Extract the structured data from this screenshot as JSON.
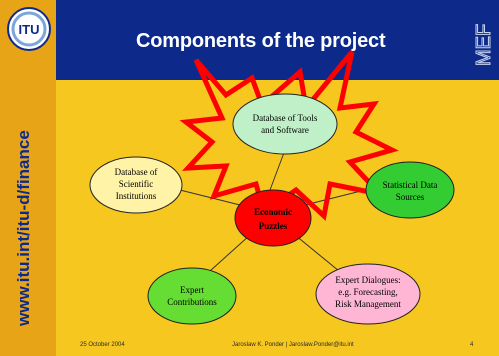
{
  "header": {
    "title": "Components of the project"
  },
  "branding": {
    "logo_text": "ITU",
    "side_url": "www.itu.int/itu-d/finance",
    "corner_mark": "MEF"
  },
  "diagram": {
    "center": {
      "lines": [
        "Economic",
        "Puzzles"
      ]
    },
    "nodes": {
      "tools": [
        "Database of Tools",
        "and Software"
      ],
      "scientific": [
        "Database of",
        "Scientific",
        "Institutions"
      ],
      "statistical": [
        "Statistical Data",
        "Sources"
      ],
      "expert_contrib": [
        "Expert",
        "Contributions"
      ],
      "dialogues": [
        "Expert Dialogues:",
        "e.g. Forecasting,",
        "Risk Management"
      ]
    }
  },
  "footer": {
    "date": "25 October 2004",
    "author": "Jaroslaw K. Ponder | Jaroslaw.Ponder@itu.int",
    "page": "4"
  },
  "colors": {
    "background": "#f6c71f",
    "sidebar": "#e8a417",
    "header": "#0d2a8a",
    "node_fill": "#fff3a8",
    "node_green": "#33cc33",
    "center_fill": "#ff0000",
    "highlight_node": "#bff0c7",
    "star_stroke": "#ff0000"
  }
}
